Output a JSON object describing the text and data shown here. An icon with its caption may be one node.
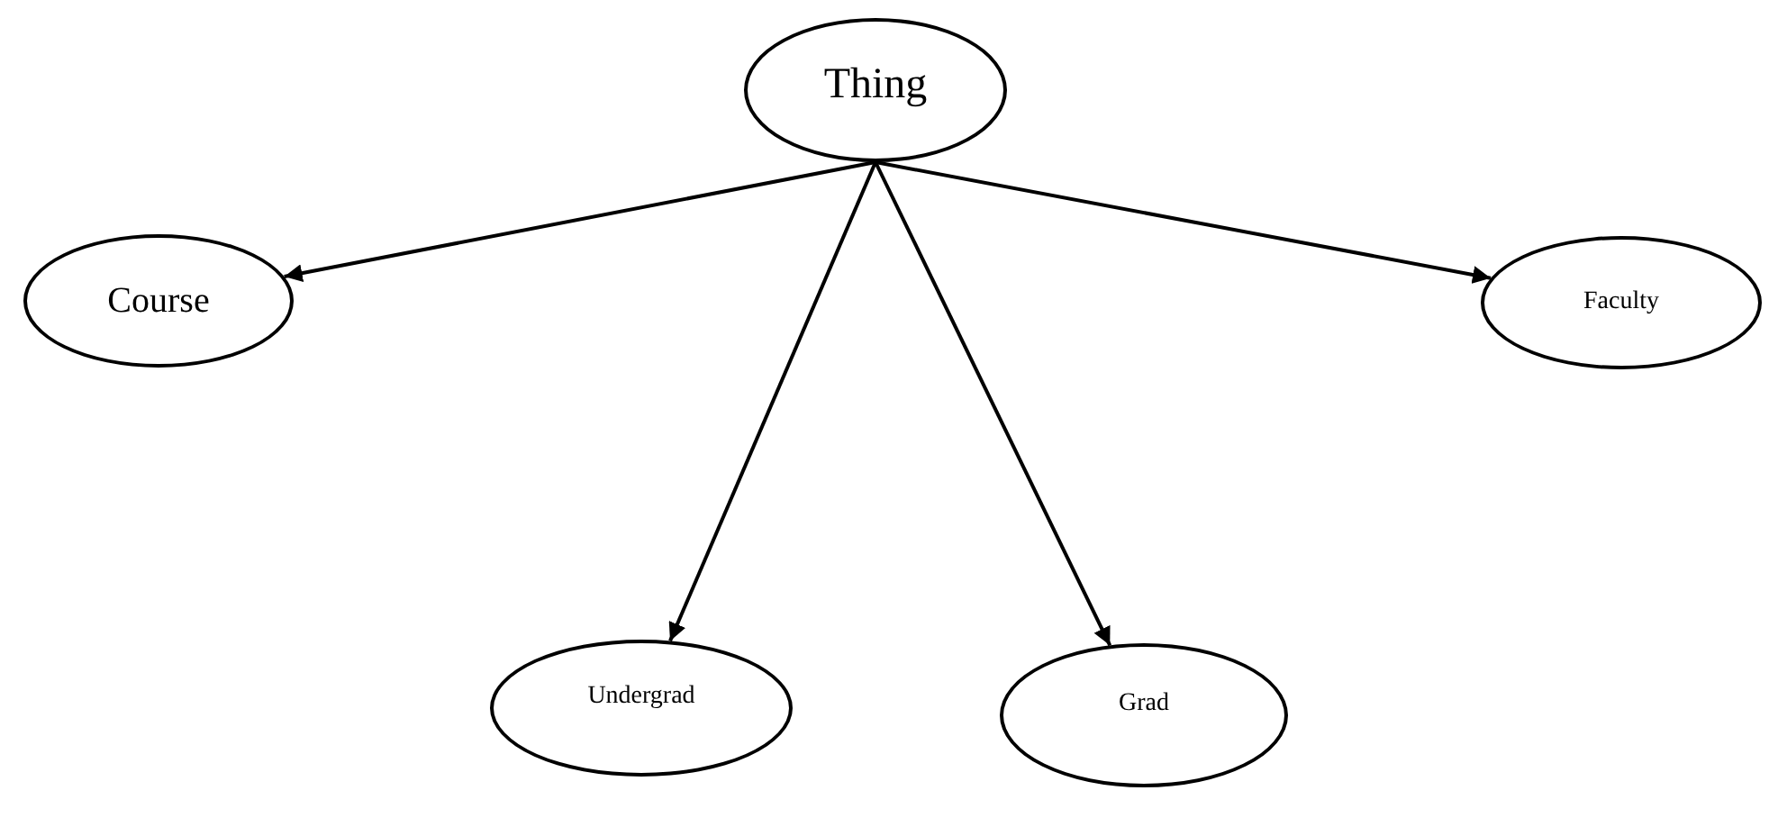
{
  "diagram": {
    "nodes": [
      {
        "text": [
          "Thing"
        ]
      },
      {
        "text": [
          "Course"
        ]
      },
      {
        "text": [
          "Undergrad"
        ]
      },
      {
        "text": [
          "Grad"
        ]
      },
      {
        "text": [
          "Faculty"
        ]
      }
    ],
    "edges": [
      {
        "from": 0,
        "to": 1,
        "arrow": "to"
      },
      {
        "from": 0,
        "to": 2,
        "arrow": "to"
      },
      {
        "from": 0,
        "to": 3,
        "arrow": "to"
      },
      {
        "from": 0,
        "to": 4,
        "arrow": "to"
      }
    ]
  }
}
